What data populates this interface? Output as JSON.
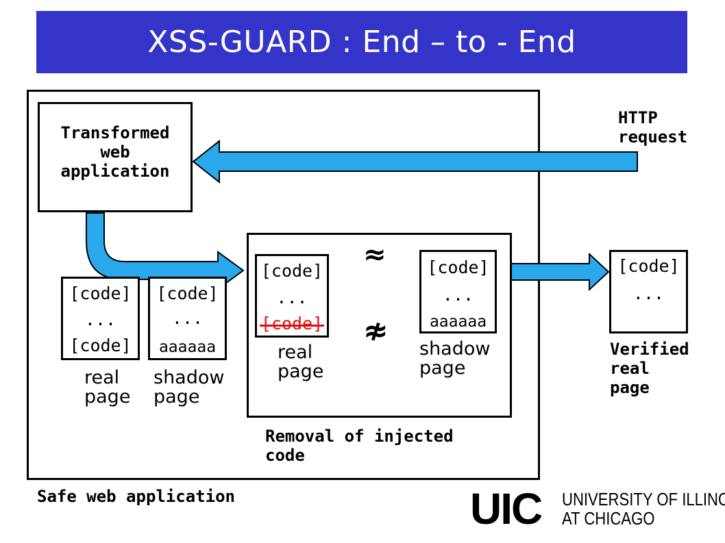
{
  "title": "XSS-GUARD : End – to - End",
  "safe_app_label": "Safe web application",
  "transformed_box": {
    "lines": [
      "Transformed",
      "web",
      "application"
    ]
  },
  "http_request": {
    "lines": [
      "HTTP",
      "request"
    ]
  },
  "left_real": {
    "lines": [
      "[code]",
      "...",
      "[code]"
    ],
    "caption": [
      "real",
      "page"
    ]
  },
  "left_shadow": {
    "lines": [
      "[code]",
      "...",
      "aaaaaa"
    ],
    "caption": [
      "shadow",
      "page"
    ]
  },
  "removal": {
    "real": {
      "lines": [
        "[code]",
        "...",
        "[code]"
      ],
      "caption": [
        "real",
        "page"
      ]
    },
    "shadow": {
      "lines": [
        "[code]",
        "...",
        "aaaaaa"
      ],
      "caption": [
        "shadow",
        "page"
      ]
    },
    "approx_symbol": "≈",
    "not_approx_symbol": "≉",
    "label": [
      "Removal of injected",
      "code"
    ]
  },
  "verified": {
    "lines": [
      "[code]",
      "..."
    ],
    "caption": [
      "Verified",
      "real",
      "page"
    ]
  },
  "logo": {
    "mark": "UIC",
    "name_line1": "UNIVERSITY OF ILLINOIS",
    "name_line2": "AT CHICAGO"
  },
  "colors": {
    "title_bg": "#3434c9",
    "arrow_fill": "#2aa8ec",
    "strike": "#e01010"
  }
}
